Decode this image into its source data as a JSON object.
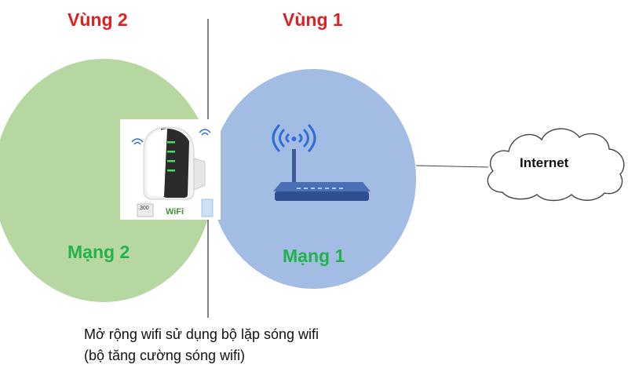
{
  "zones": {
    "zone2_label": "Vùng 2",
    "zone1_label": "Vùng 1"
  },
  "networks": {
    "network2_label": "Mạng 2",
    "network1_label": "Mạng 1"
  },
  "cloud": {
    "label": "Internet"
  },
  "caption": {
    "line1": "Mở rộng wifi sử dụng bộ lặp sóng wifi",
    "line2": "(bộ tăng cường sóng wifi)"
  },
  "repeater_badges": {
    "speed": "300",
    "wifi": "WiFi"
  },
  "colors": {
    "zone_label": "#e02020",
    "network_label": "#22b24c",
    "zone2_fill": "#b6d7a0",
    "zone1_fill": "#a3bce3",
    "router": "#3a5a9c"
  },
  "icons": [
    "wifi-signal-icon",
    "router-icon",
    "cloud-icon",
    "repeater-icon"
  ]
}
